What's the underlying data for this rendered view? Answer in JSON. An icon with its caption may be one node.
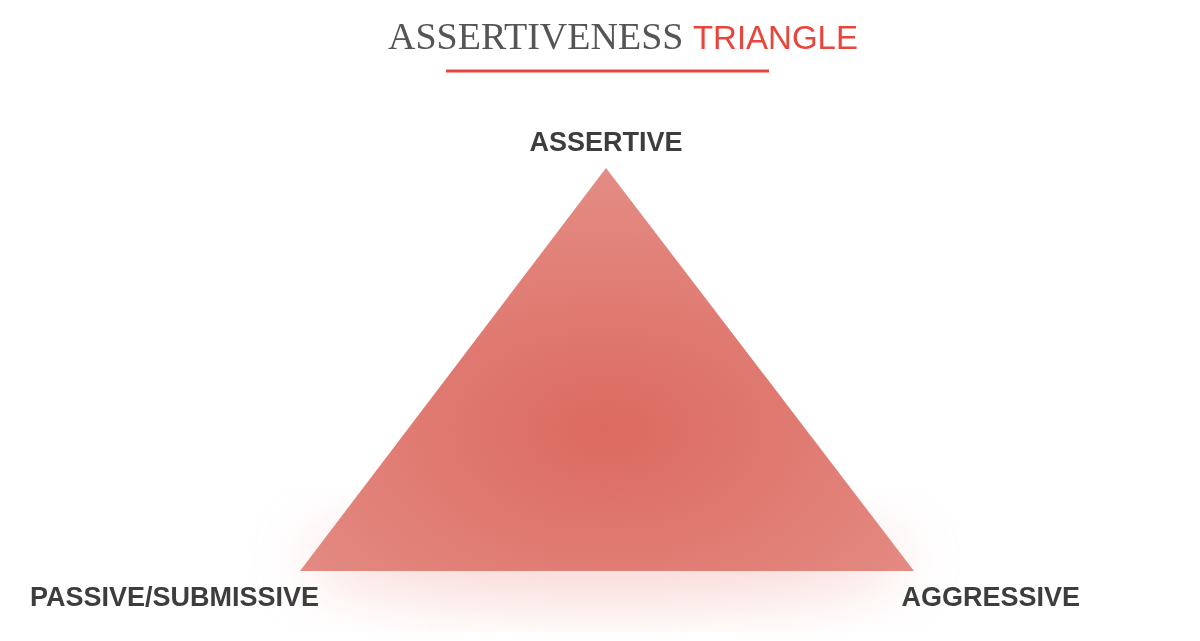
{
  "diagram": {
    "title": "ASSERTIVENESS TRIANGLE",
    "labels": [
      "ASSERTIVE",
      "PASSIVE/SUBMISSIVE",
      "AGGRESSIVE"
    ]
  }
}
